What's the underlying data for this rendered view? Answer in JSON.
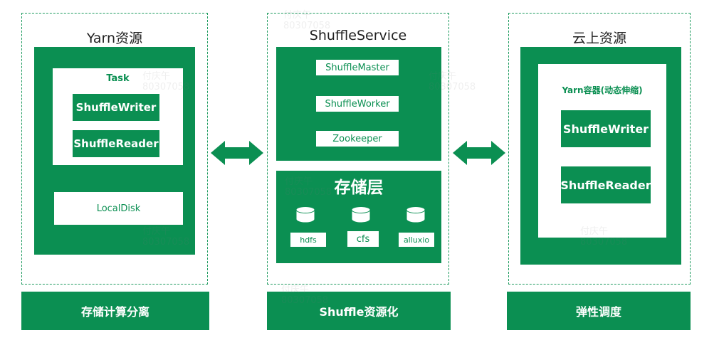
{
  "left": {
    "title": "Yarn资源",
    "task_label": "Task",
    "writer": "ShuffleWriter",
    "reader": "ShuffleReader",
    "local_disk": "LocalDisk",
    "caption": "存储计算分离"
  },
  "middle": {
    "title": "ShuffleService",
    "master": "ShuffleMaster",
    "worker": "ShuffleWorker",
    "zookeeper": "Zookeeper",
    "storage_title": "存储层",
    "storages": [
      "hdfs",
      "cfs",
      "alluxio"
    ],
    "caption": "Shuffle资源化"
  },
  "right": {
    "title": "云上资源",
    "container_label": "Yarn容器(动态伸缩)",
    "writer": "ShuffleWriter",
    "reader": "ShuffleReader",
    "caption": "弹性调度"
  },
  "watermark": {
    "name": "付庆午",
    "id": "80307058"
  },
  "colors": {
    "primary": "#0b8f52",
    "border": "#1e9b5f"
  }
}
